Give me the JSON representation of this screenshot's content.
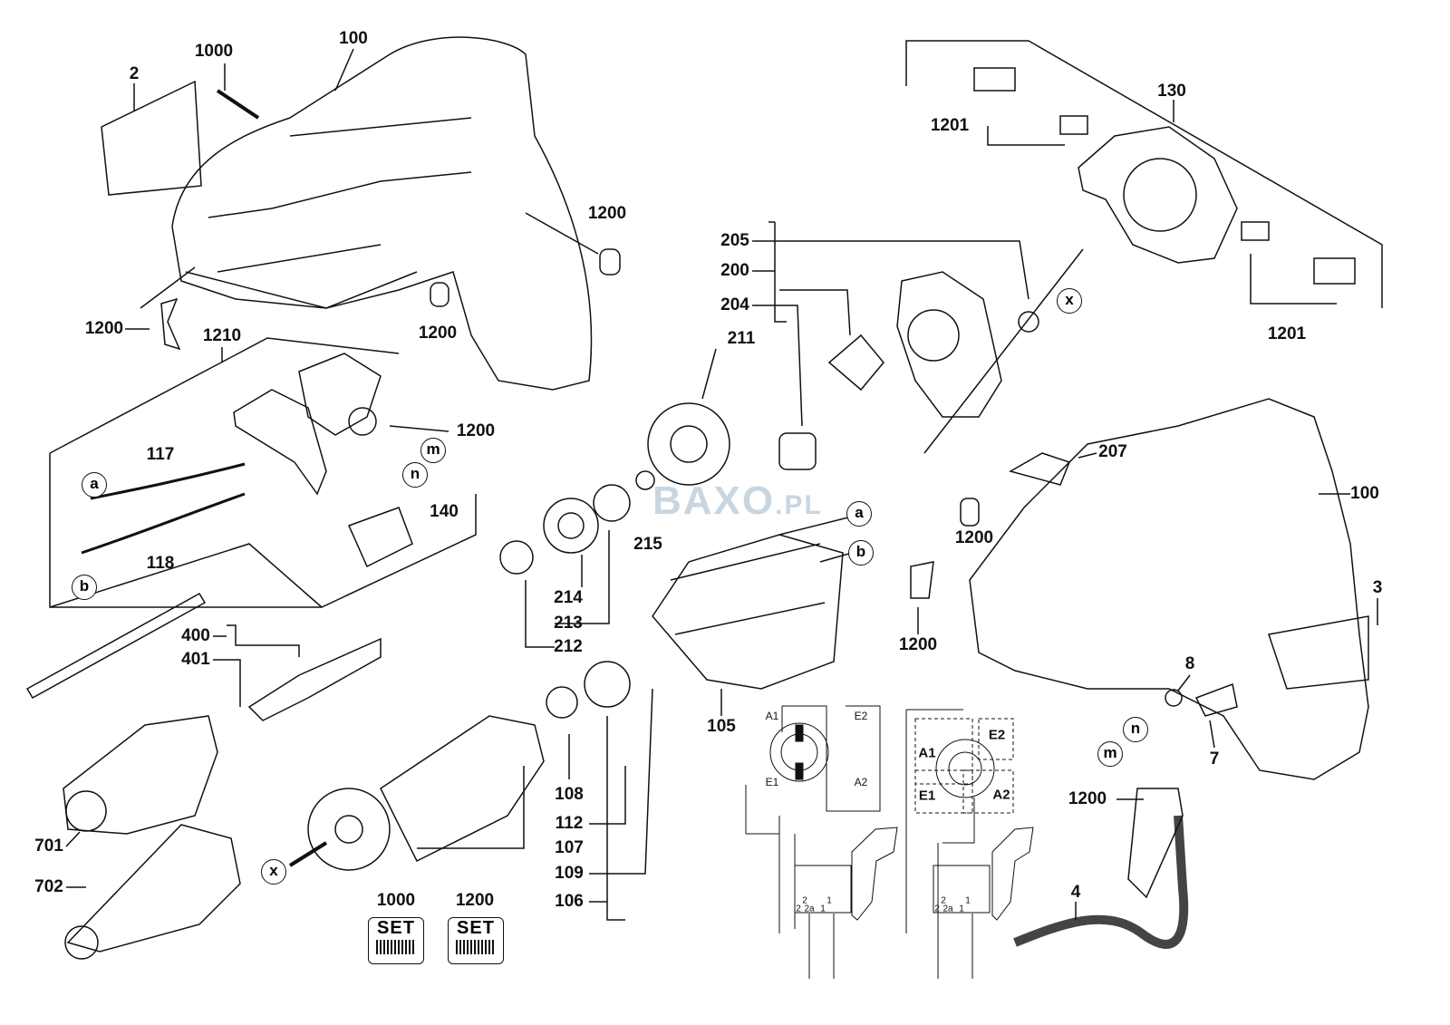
{
  "watermark": {
    "brand": "BAXO",
    "suffix": ".PL",
    "color": "#c9d6e0"
  },
  "callouts": [
    "2",
    "1000",
    "100",
    "1200",
    "1200",
    "1200",
    "1210",
    "1200",
    "117",
    "118",
    "140",
    "130",
    "1201",
    "1201",
    "205",
    "200",
    "204",
    "211",
    "207",
    "100",
    "215",
    "214",
    "213",
    "212",
    "1200",
    "1200",
    "3",
    "400",
    "401",
    "105",
    "8",
    "7",
    "1200",
    "4",
    "701",
    "702",
    "108",
    "112",
    "107",
    "109",
    "106",
    "1000",
    "1200"
  ],
  "connectors": [
    "a",
    "b",
    "m",
    "n",
    "x",
    "a",
    "b",
    "n",
    "m",
    "x"
  ],
  "wiring": {
    "left": {
      "terminals": [
        "A1",
        "E2",
        "E1",
        "A2"
      ],
      "switch": [
        "2",
        "2",
        "2a",
        "1",
        "1"
      ]
    },
    "right": {
      "terminals": [
        "A1",
        "E2",
        "E1",
        "A2"
      ],
      "switch": [
        "2",
        "2",
        "2a",
        "1",
        "1"
      ]
    }
  },
  "sets": [
    {
      "label": "SET",
      "part": "1000"
    },
    {
      "label": "SET",
      "part": "1200"
    }
  ]
}
